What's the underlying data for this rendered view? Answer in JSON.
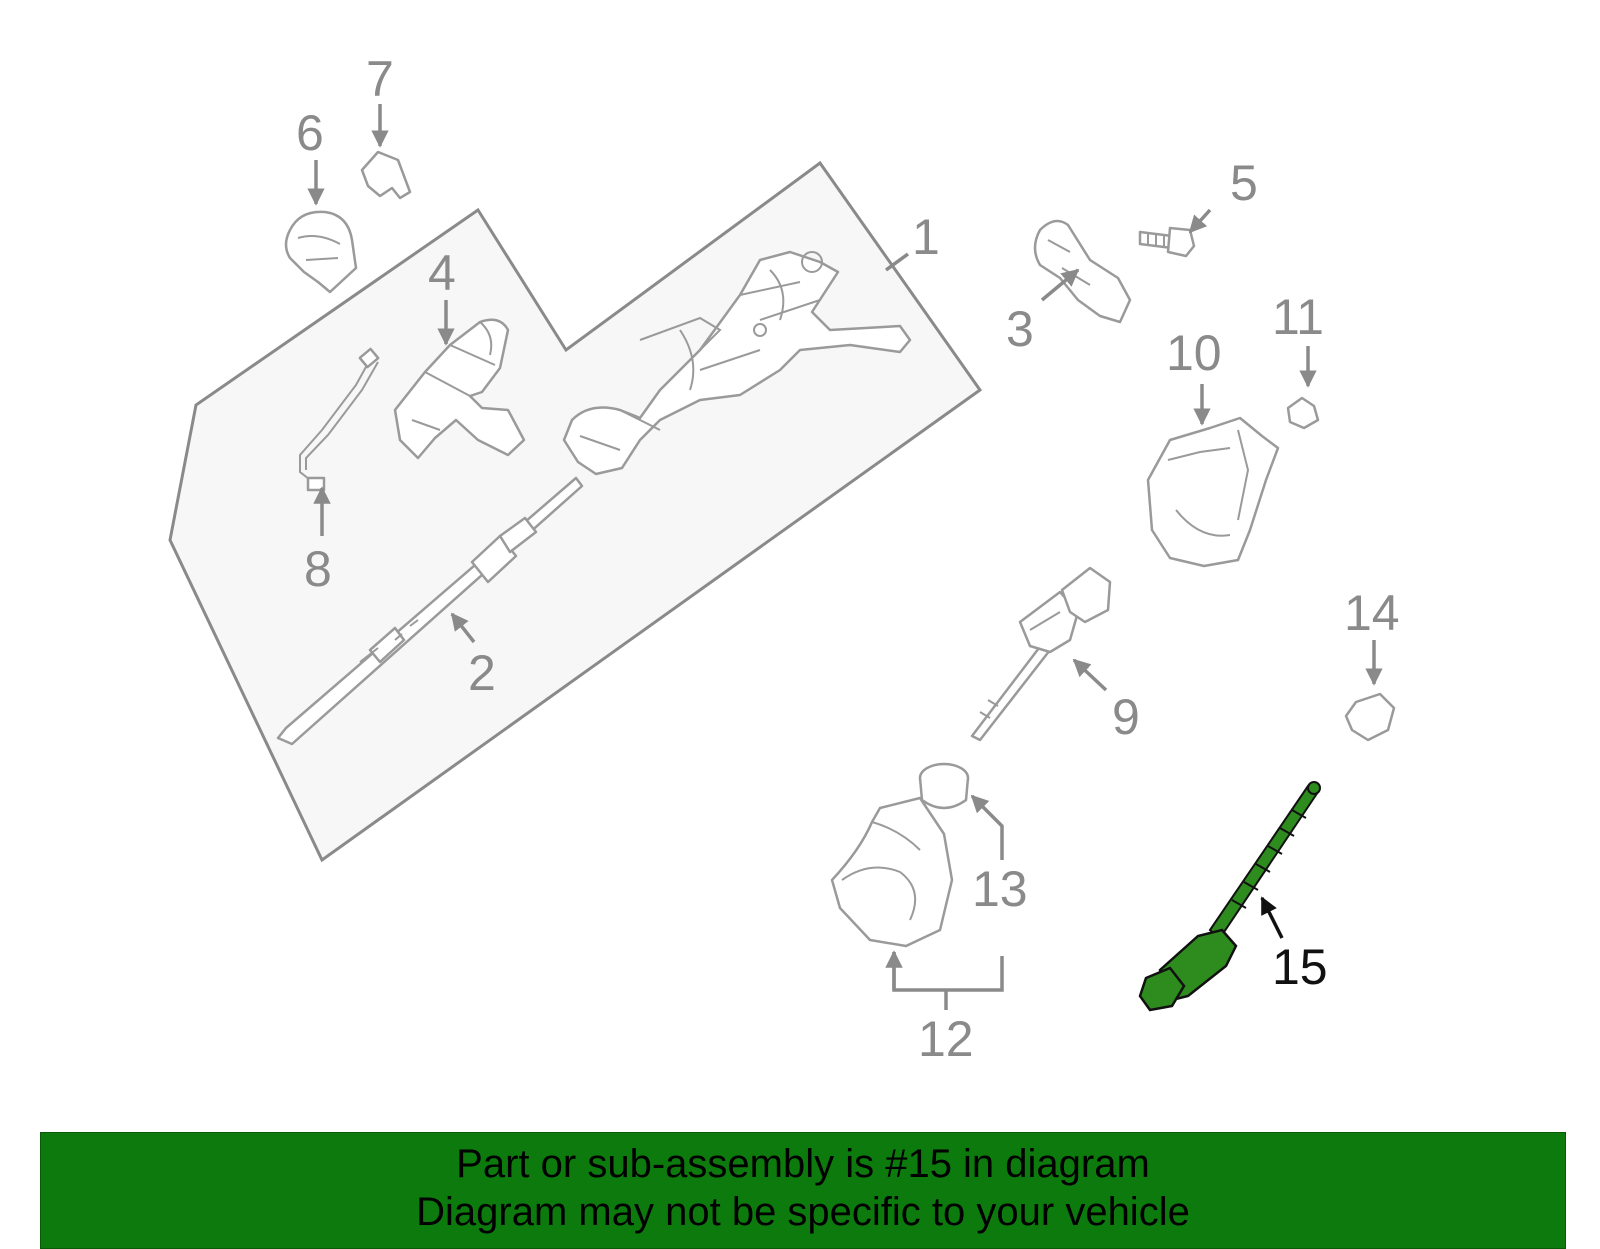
{
  "diagram": {
    "callouts": {
      "c1": "1",
      "c2": "2",
      "c3": "3",
      "c4": "4",
      "c5": "5",
      "c6": "6",
      "c7": "7",
      "c8": "8",
      "c9": "9",
      "c10": "10",
      "c11": "11",
      "c12": "12",
      "c13": "13",
      "c14": "14",
      "c15": "15"
    },
    "highlighted_part": "15",
    "highlight_color": "#2e8b1e"
  },
  "footer": {
    "line1": "Part or sub-assembly is #15 in diagram",
    "line2": "Diagram may not be specific to your vehicle",
    "background_color": "#0d7a0d"
  }
}
